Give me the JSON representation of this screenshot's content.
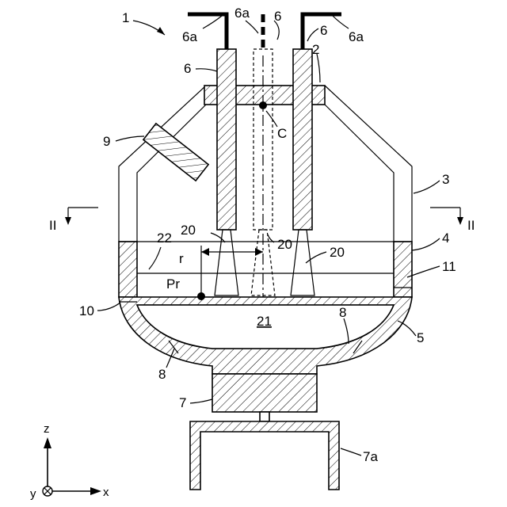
{
  "labels": {
    "fig_ref": "1",
    "lid": "2",
    "upper_shell": "3",
    "side_wall": "4",
    "bottom_shell": "5",
    "electrode": "6",
    "electrode_center": "6",
    "electrode_center_ghost": "6",
    "lead_left": "6a",
    "lead_center": "6a",
    "lead_right": "6a",
    "support": "7",
    "frame": "7a",
    "bottom_refractory_left": "8",
    "bottom_refractory_right": "8",
    "charge_port": "9",
    "boundary_left": "10",
    "boundary_right": "11",
    "arc_left": "20",
    "arc_center": "20",
    "arc_right": "20",
    "melt": "21",
    "slag": "22",
    "center_point": "C",
    "point_pr": "Pr",
    "radius": "r",
    "section_left": "II",
    "section_right": "II",
    "axis_z": "z",
    "axis_y": "y",
    "axis_x": "x"
  },
  "colors": {
    "line": "#000000",
    "background": "#ffffff"
  }
}
